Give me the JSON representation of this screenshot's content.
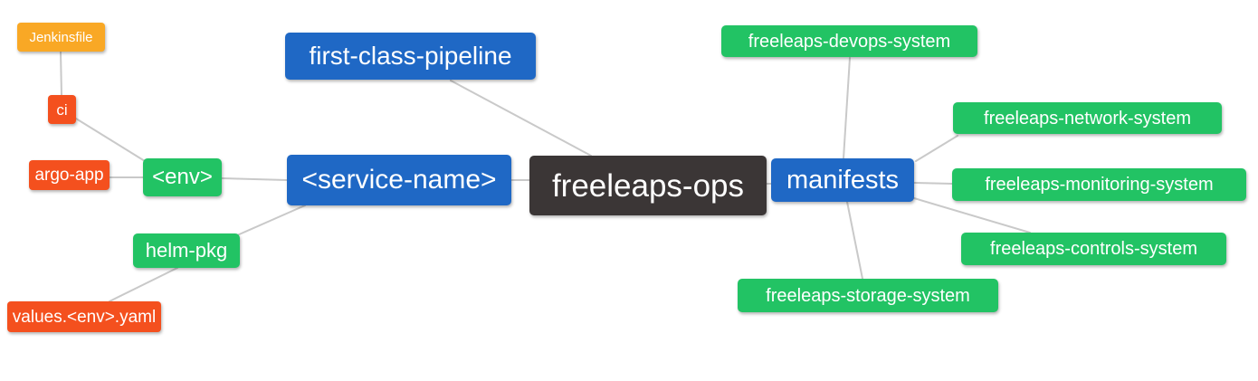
{
  "diagram": {
    "type": "mindmap",
    "background": "#FFFFFF"
  },
  "palette": {
    "root_node": "#3B3636",
    "branch_node": "#1F68C5",
    "green_leaf": "#22C364",
    "red_leaf": "#F4501E",
    "orange_leaf": "#F9A825",
    "edge_line": "#C9C9C9",
    "node_text": "#FFFFFF"
  },
  "nodes": {
    "root": {
      "label": "freeleaps-ops"
    },
    "first_class_pipeline": {
      "label": "first-class-pipeline"
    },
    "service_name": {
      "label": "<service-name>"
    },
    "manifests": {
      "label": "manifests"
    },
    "env": {
      "label": "<env>"
    },
    "argo_app": {
      "label": "argo-app"
    },
    "ci": {
      "label": "ci"
    },
    "jenkinsfile": {
      "label": "Jenkinsfile"
    },
    "helm_pkg": {
      "label": "helm-pkg"
    },
    "values_env_yaml": {
      "label": "values.<env>.yaml"
    },
    "devops_system": {
      "label": "freeleaps-devops-system"
    },
    "network_system": {
      "label": "freeleaps-network-system"
    },
    "monitoring_system": {
      "label": "freeleaps-monitoring-system"
    },
    "controls_system": {
      "label": "freeleaps-controls-system"
    },
    "storage_system": {
      "label": "freeleaps-storage-system"
    }
  },
  "edges": [
    [
      "jenkinsfile",
      "ci"
    ],
    [
      "ci",
      "env"
    ],
    [
      "argo_app",
      "env"
    ],
    [
      "env",
      "service_name"
    ],
    [
      "helm_pkg",
      "service_name"
    ],
    [
      "values_env_yaml",
      "helm_pkg"
    ],
    [
      "first_class_pipeline",
      "root"
    ],
    [
      "service_name",
      "root"
    ],
    [
      "root",
      "manifests"
    ],
    [
      "manifests",
      "devops_system"
    ],
    [
      "manifests",
      "network_system"
    ],
    [
      "manifests",
      "monitoring_system"
    ],
    [
      "manifests",
      "controls_system"
    ],
    [
      "manifests",
      "storage_system"
    ]
  ]
}
